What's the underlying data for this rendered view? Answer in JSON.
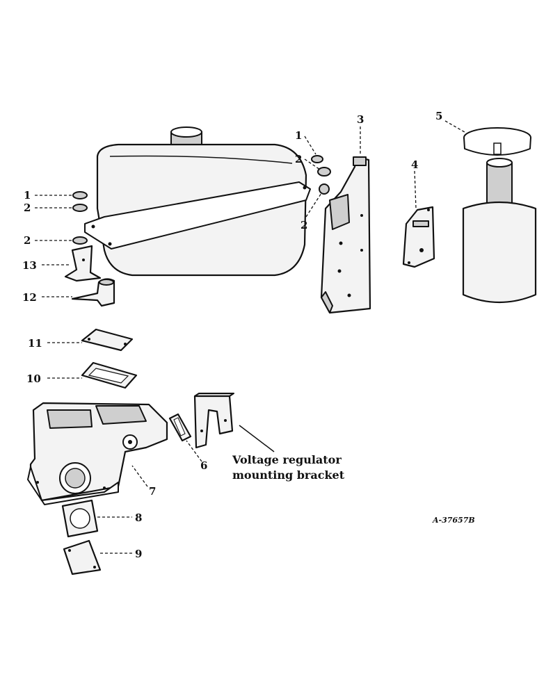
{
  "callouts": {
    "c1_left": "1",
    "c2_left_a": "2",
    "c2_left_b": "2",
    "c13": "13",
    "c12": "12",
    "c11": "11",
    "c10": "10",
    "c1_mid": "1",
    "c2_mid_a": "2",
    "c2_mid_b": "2",
    "c3": "3",
    "c4": "4",
    "c5": "5",
    "c6": "6",
    "c7": "7",
    "c8": "8",
    "c9": "9"
  },
  "caption": {
    "line1": "Voltage regulator",
    "line2": "mounting bracket"
  },
  "drawing_ref": "A-37657B"
}
